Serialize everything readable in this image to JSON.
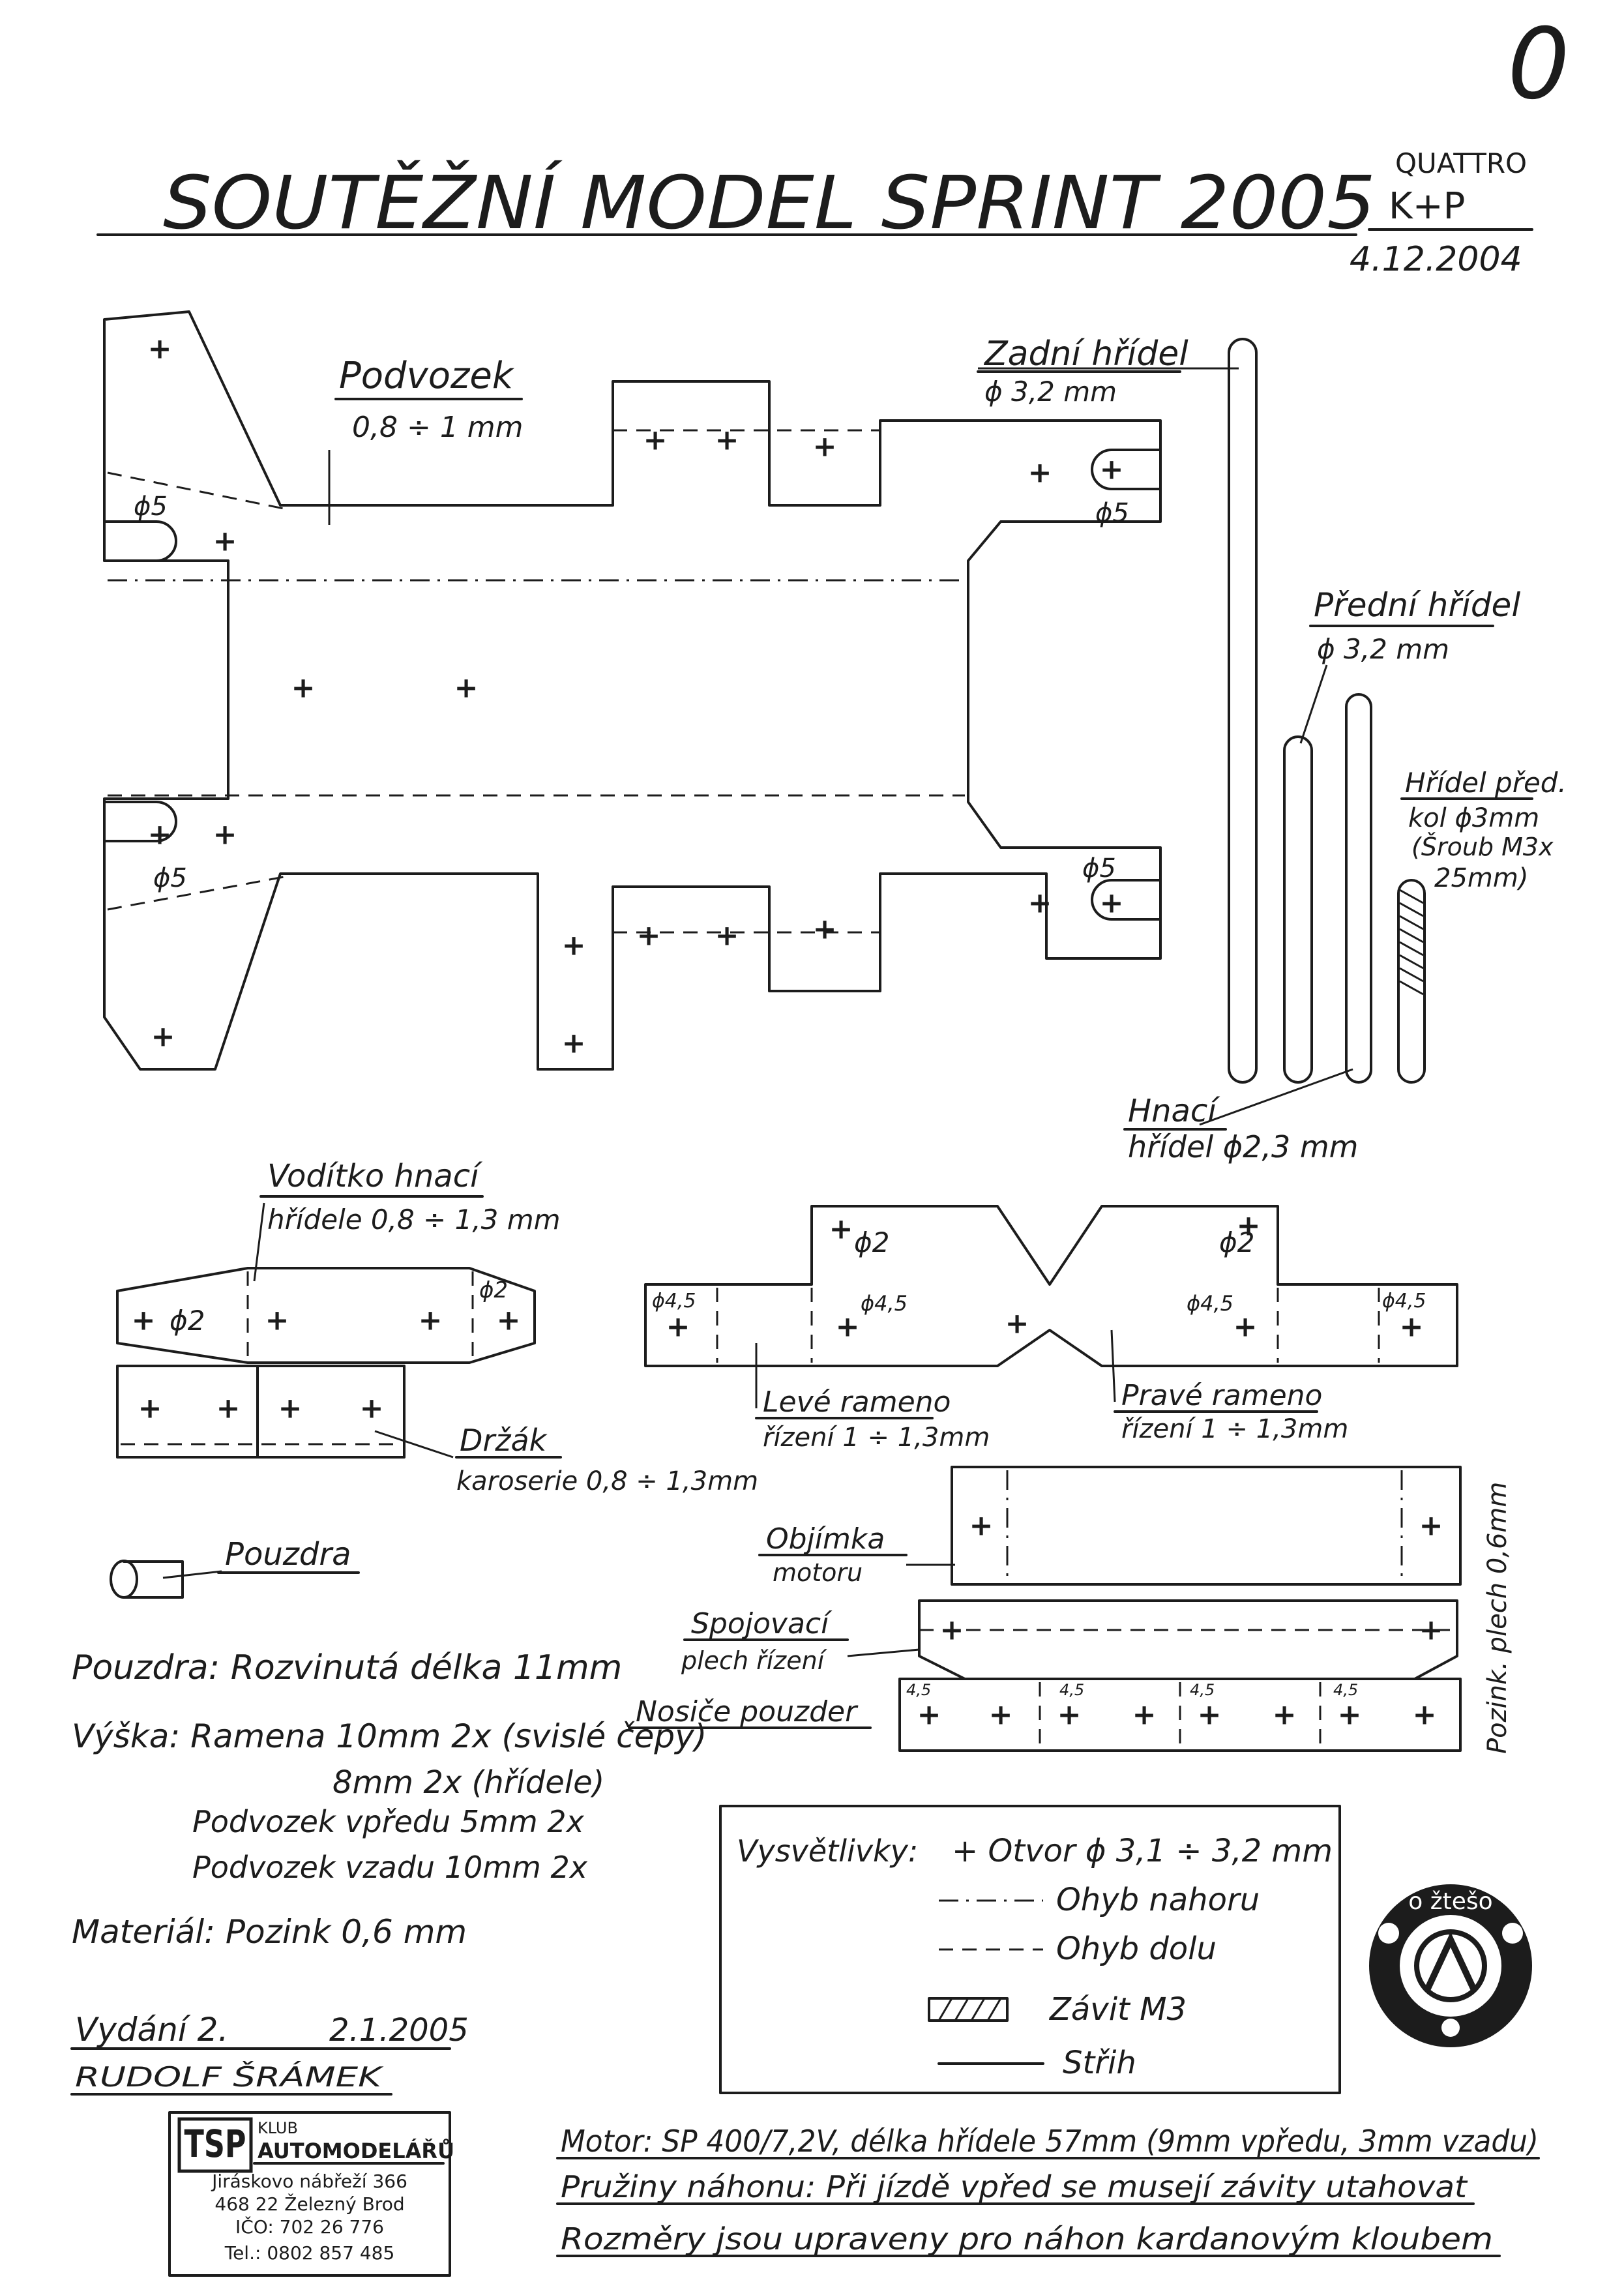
{
  "header": {
    "page_number": "0",
    "title": "SOUTĚŽNÍ MODEL SPRINT 2005",
    "variant": "QUATTRO",
    "authors": "K+P",
    "date": "4.12.2004"
  },
  "labels": {
    "chassis": "Podvozek",
    "chassis_thickness": "0,8 ÷ 1 mm",
    "rear_shaft": "Zadní hřídel",
    "rear_shaft_dia": "ϕ 3,2 mm",
    "front_shaft": "Přední hřídel",
    "front_shaft_dia": "ϕ 3,2 mm",
    "front_wheel_shaft_1": "Hřídel před.",
    "front_wheel_shaft_2": "kol ϕ3mm",
    "front_wheel_shaft_3": "(Šroub M3x",
    "front_wheel_shaft_4": "25mm)",
    "drive_shaft_1": "Hnací",
    "drive_shaft_2": "hřídel ϕ2,3 mm",
    "guide_1": "Vodítko hnací",
    "guide_2": "hřídele 0,8 ÷ 1,3 mm",
    "left_arm_1": "Levé rameno",
    "left_arm_2": "řízení 1 ÷ 1,3mm",
    "right_arm_1": "Pravé rameno",
    "right_arm_2": "řízení 1 ÷ 1,3mm",
    "body_holder_1": "Držák",
    "body_holder_2": "karoserie 0,8 ÷ 1,3mm",
    "bushing": "Pouzdra",
    "motor_clamp_1": "Objímka",
    "motor_clamp_2": "motoru",
    "connecting_1": "Spojovací",
    "connecting_2": "plech řízení",
    "bushing_carriers": "Nosiče pouzder",
    "galv_sheet": "Pozink. plech 0,6mm",
    "dim_5": "ϕ5",
    "dim_2": "ϕ2",
    "dim_45": "ϕ4,5",
    "dim_4_5": "4,5"
  },
  "notes": {
    "line1": "Pouzdra: Rozvinutá délka 11mm",
    "line2": "Výška: Ramena 10mm 2x (svislé čepy)",
    "line3": "8mm 2x (hřídele)",
    "line4": "Podvozek vpředu 5mm 2x",
    "line5": "Podvozek vzadu 10mm 2x",
    "line6": "Materiál: Pozink 0,6 mm"
  },
  "legend": {
    "title": "Vysvětlivky:",
    "hole": "+ Otvor ϕ 3,1 ÷ 3,2 mm",
    "bend_up": "Ohyb nahoru",
    "bend_down": "Ohyb dolu",
    "thread": "Závit M3",
    "cut": "Střih"
  },
  "edition": {
    "label": "Vydání 2.",
    "date": "2.1.2005",
    "author": "RUDOLF ŠRÁMEK"
  },
  "club": {
    "logo": "TSP",
    "name_1": "KLUB",
    "name_2": "AUTOMODELÁŘŮ",
    "address_1": "Jiráskovo nábřeží 366",
    "address_2": "468 22 Železný Brod",
    "ico": "IČO: 702 26 776",
    "tel": "Tel.: 0802 857 485"
  },
  "stamp": {
    "text": "o žtešo"
  },
  "footer": {
    "motor": "Motor: SP 400/7,2V, délka hřídele 57mm (9mm vpředu, 3mm vzadu)",
    "springs": "Pružiny náhonu: Při jízdě vpřed se musejí závity utahovat",
    "dimensions": "Rozměry jsou upraveny pro náhon kardanovým kloubem"
  }
}
